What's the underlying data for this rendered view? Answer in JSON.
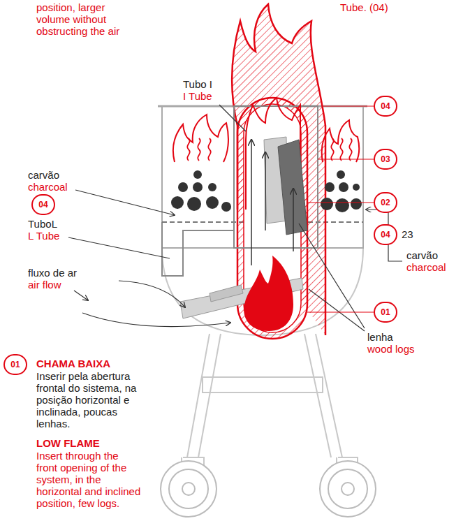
{
  "diagram": {
    "labels": [
      "position, larger volume without obstructing the air",
      "Tube. (04)",
      "Tubo I",
      "I Tube",
      "carvão",
      "charcoal",
      "TuboL",
      "L Tube",
      "fluxo de ar",
      "air flow",
      "04",
      "04",
      "03",
      "02",
      "04",
      "23",
      "01",
      "carvão",
      "charcoal",
      "lenha",
      "wood logs",
      "01",
      "CHAMA BAIXA",
      "Inserir pela abertura frontal do sistema, na posição horizontal e inclinada, poucas lenhas.",
      "LOW FLAME",
      "Insert through the front opening of the system, in the horizontal and inclined position, few logs."
    ]
  }
}
